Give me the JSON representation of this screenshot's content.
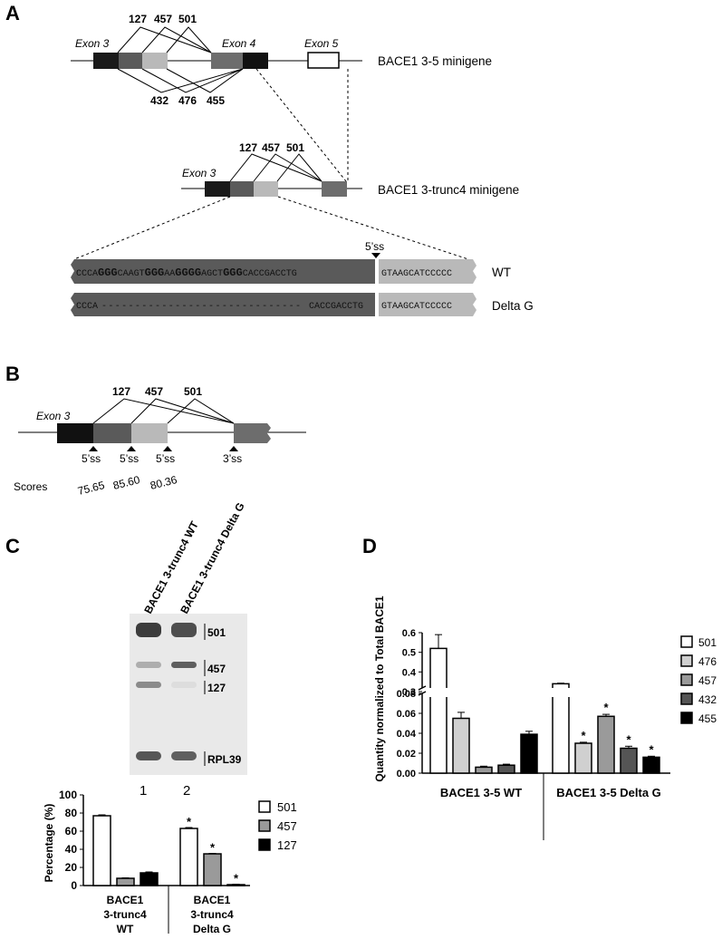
{
  "panels": {
    "a": "A",
    "b": "B",
    "c": "C",
    "d": "D"
  },
  "panel_a": {
    "exon3": "Exon 3",
    "exon4": "Exon 4",
    "exon5": "Exon 5",
    "top_sites": [
      "127",
      "457",
      "501"
    ],
    "bottom_sites": [
      "432",
      "476",
      "455"
    ],
    "minigene_full": "BACE1 3-5 minigene",
    "minigene_trunc": "BACE1 3-trunc4 minigene",
    "trunc_exon3": "Exon 3",
    "trunc_sites": [
      "127",
      "457",
      "501"
    ],
    "ss_label": "5’ss",
    "wt_label": "WT",
    "delta_label": "Delta G",
    "wt_seq_parts": [
      {
        "t": "CCCA",
        "b": false
      },
      {
        "t": "GGG",
        "b": true
      },
      {
        "t": "CAAGT",
        "b": false
      },
      {
        "t": "GGG",
        "b": true
      },
      {
        "t": "AA",
        "b": false
      },
      {
        "t": "GGGG",
        "b": true
      },
      {
        "t": "AGCT",
        "b": false
      },
      {
        "t": "GGG",
        "b": true
      },
      {
        "t": "CACCGACCTG",
        "b": false
      }
    ],
    "wt_intron": "GTAAGCATCCCCC",
    "delta_seq_left": "CCCA",
    "delta_seq_dashes": "------------------------------",
    "delta_seq_right": "CACCGACCTG",
    "delta_intron": "GTAAGCATCCCCC"
  },
  "panel_b": {
    "exon3": "Exon 3",
    "sites": [
      "127",
      "457",
      "501"
    ],
    "ss5": [
      "5’ss",
      "5’ss",
      "5’ss"
    ],
    "ss3": "3’ss",
    "scores_label": "Scores",
    "scores": [
      "75.65",
      "85.60",
      "80.36"
    ]
  },
  "panel_c": {
    "lane_labels": [
      "BACE1 3-trunc4 WT",
      "BACE1 3-trunc4 Delta G"
    ],
    "band_labels": [
      "501",
      "457",
      "127",
      "RPL39"
    ],
    "lane_numbers": [
      "1",
      "2"
    ],
    "band_quantities": [
      {
        "lane": 1,
        "band": "501",
        "level": 1.0
      },
      {
        "lane": 1,
        "band": "457",
        "level": 0.35
      },
      {
        "lane": 1,
        "band": "127",
        "level": 0.55
      },
      {
        "lane": 1,
        "band": "RPL39",
        "level": 0.85
      },
      {
        "lane": 2,
        "band": "501",
        "level": 0.9
      },
      {
        "lane": 2,
        "band": "457",
        "level": 0.8
      },
      {
        "lane": 2,
        "band": "127",
        "level": 0.08
      },
      {
        "lane": 2,
        "band": "RPL39",
        "level": 0.8
      }
    ]
  },
  "chart_data": [
    {
      "type": "bar",
      "panel": "C",
      "ylabel": "Percentage (%)",
      "yticks": [
        "0",
        "20",
        "40",
        "60",
        "80",
        "100"
      ],
      "ylim": [
        0,
        100
      ],
      "groups": [
        "BACE1\n3-trunc4\nWT",
        "BACE1\n3-trunc4\nDelta G"
      ],
      "group_label_lines": [
        [
          "BACE1",
          "3-trunc4",
          "WT"
        ],
        [
          "BACE1",
          "3-trunc4",
          "Delta G"
        ]
      ],
      "series": [
        {
          "name": "501",
          "color": "#ffffff",
          "values": [
            77,
            63
          ],
          "errors": [
            1,
            1
          ],
          "significant": [
            false,
            true
          ]
        },
        {
          "name": "457",
          "color": "#9a9a9a",
          "values": [
            8,
            35
          ],
          "errors": [
            0.5,
            0.5
          ],
          "significant": [
            false,
            true
          ]
        },
        {
          "name": "127",
          "color": "#000000",
          "values": [
            14,
            1
          ],
          "errors": [
            1,
            0.5
          ],
          "significant": [
            false,
            true
          ]
        }
      ],
      "legend": "right",
      "star": "*"
    },
    {
      "type": "bar",
      "panel": "D",
      "ylabel": "Quantity normalized to Total BACE1",
      "axis_break": true,
      "yticks_lower": [
        "0.00",
        "0.02",
        "0.04",
        "0.06",
        "0.08"
      ],
      "yticks_upper": [
        "0.3",
        "0.4",
        "0.5",
        "0.6"
      ],
      "ylim_lower": [
        0,
        0.08
      ],
      "ylim_upper": [
        0.3,
        0.6
      ],
      "groups": [
        "BACE1 3-5 WT",
        "BACE1 3-5 Delta G"
      ],
      "series": [
        {
          "name": "501",
          "color": "#ffffff",
          "values": [
            0.52,
            0.34
          ],
          "errors": [
            0.07,
            0.003
          ],
          "significant": [
            false,
            false
          ]
        },
        {
          "name": "476",
          "color": "#d0d0d0",
          "values": [
            0.055,
            0.03
          ],
          "errors": [
            0.006,
            0.001
          ],
          "significant": [
            false,
            true
          ]
        },
        {
          "name": "457",
          "color": "#9a9a9a",
          "values": [
            0.006,
            0.057
          ],
          "errors": [
            0.001,
            0.002
          ],
          "significant": [
            false,
            true
          ]
        },
        {
          "name": "432",
          "color": "#555555",
          "values": [
            0.008,
            0.025
          ],
          "errors": [
            0.001,
            0.002
          ],
          "significant": [
            false,
            true
          ]
        },
        {
          "name": "455",
          "color": "#000000",
          "values": [
            0.039,
            0.016
          ],
          "errors": [
            0.003,
            0.001
          ],
          "significant": [
            false,
            true
          ]
        }
      ],
      "legend": "right",
      "star": "*"
    }
  ]
}
